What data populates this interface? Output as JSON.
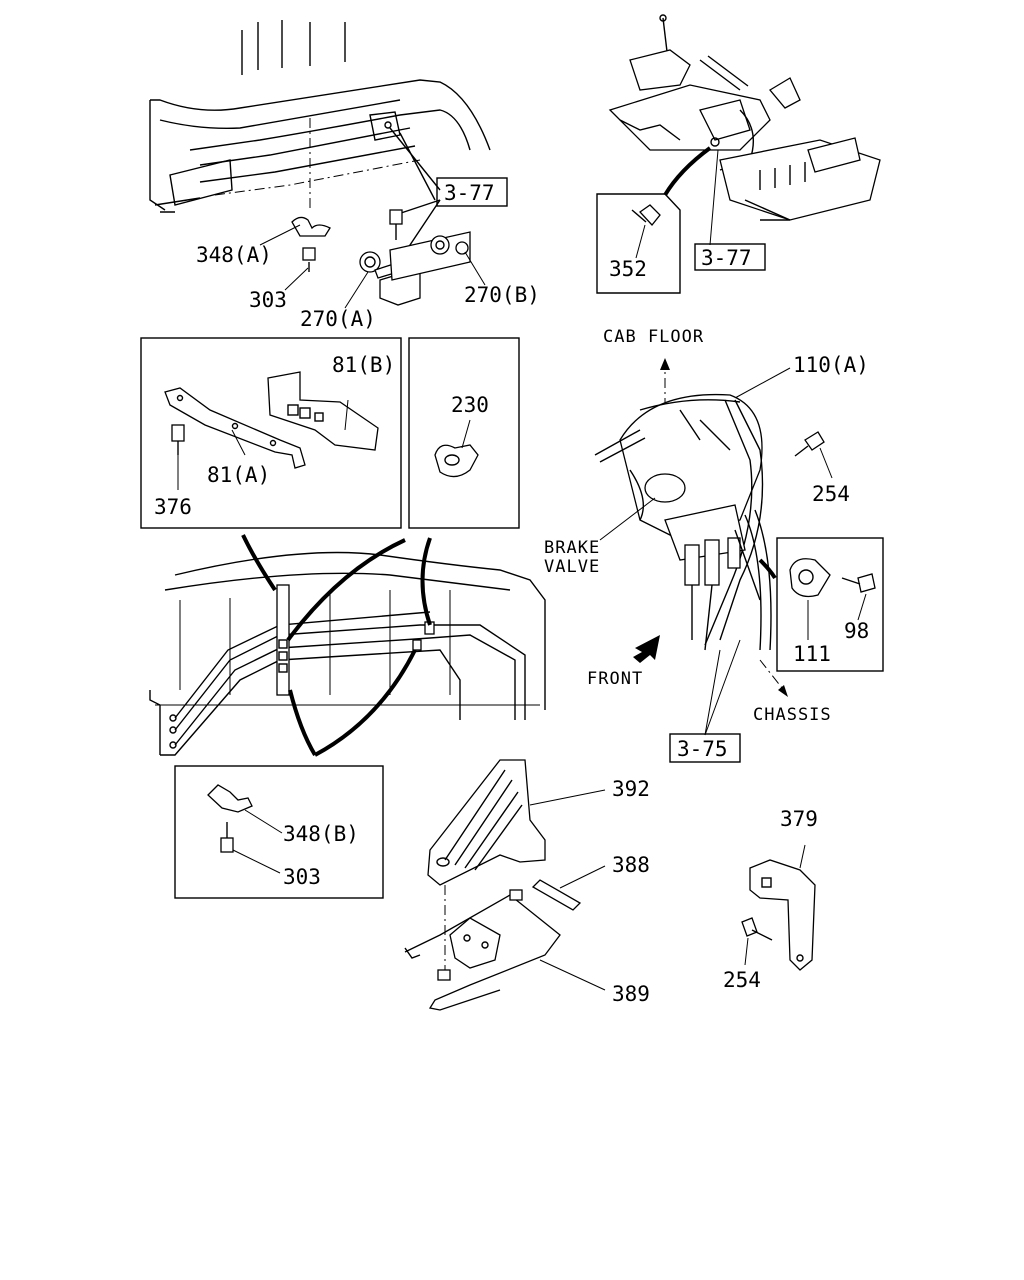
{
  "labels": {
    "ref_3_77_top": "3-77",
    "ref_3_77_right": "3-77",
    "ref_3_75": "3-75",
    "p348a": "348(A)",
    "p303_top": "303",
    "p270a": "270(A)",
    "p270b": "270(B)",
    "p352": "352",
    "cab_floor": "CAB FLOOR",
    "p110a": "110(A)",
    "p254_top": "254",
    "brake_valve_1": "BRAKE",
    "brake_valve_2": "VALVE",
    "p81b": "81(B)",
    "p81a": "81(A)",
    "p376": "376",
    "p230": "230",
    "p111": "111",
    "p98": "98",
    "front": "FRONT",
    "chassis": "CHASSIS",
    "p392": "392",
    "p388": "388",
    "p389": "389",
    "p379": "379",
    "p254_bottom": "254",
    "p348b": "348(B)",
    "p303_bottom": "303"
  },
  "icons": {
    "front_arrow": "arrow-down-left-icon",
    "up_arrow": "arrow-up-icon"
  }
}
